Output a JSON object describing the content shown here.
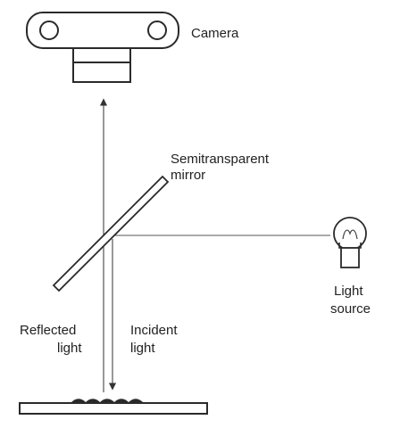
{
  "labels": {
    "camera": "Camera",
    "mirror": [
      "Semitransparent",
      "mirror"
    ],
    "light_source": [
      "Light",
      "source"
    ],
    "reflected_light": [
      "Reflected",
      "light"
    ],
    "incident_light": [
      "Incident",
      "light"
    ]
  },
  "colors": {
    "stroke": "#2a2a2a",
    "ray": "#555555",
    "text": "#222222",
    "background": "#ffffff"
  },
  "icons": {
    "camera": "camera-icon",
    "mirror": "semitransparent-mirror",
    "bulb": "light-bulb-icon",
    "specimen": "specimen-plate"
  }
}
